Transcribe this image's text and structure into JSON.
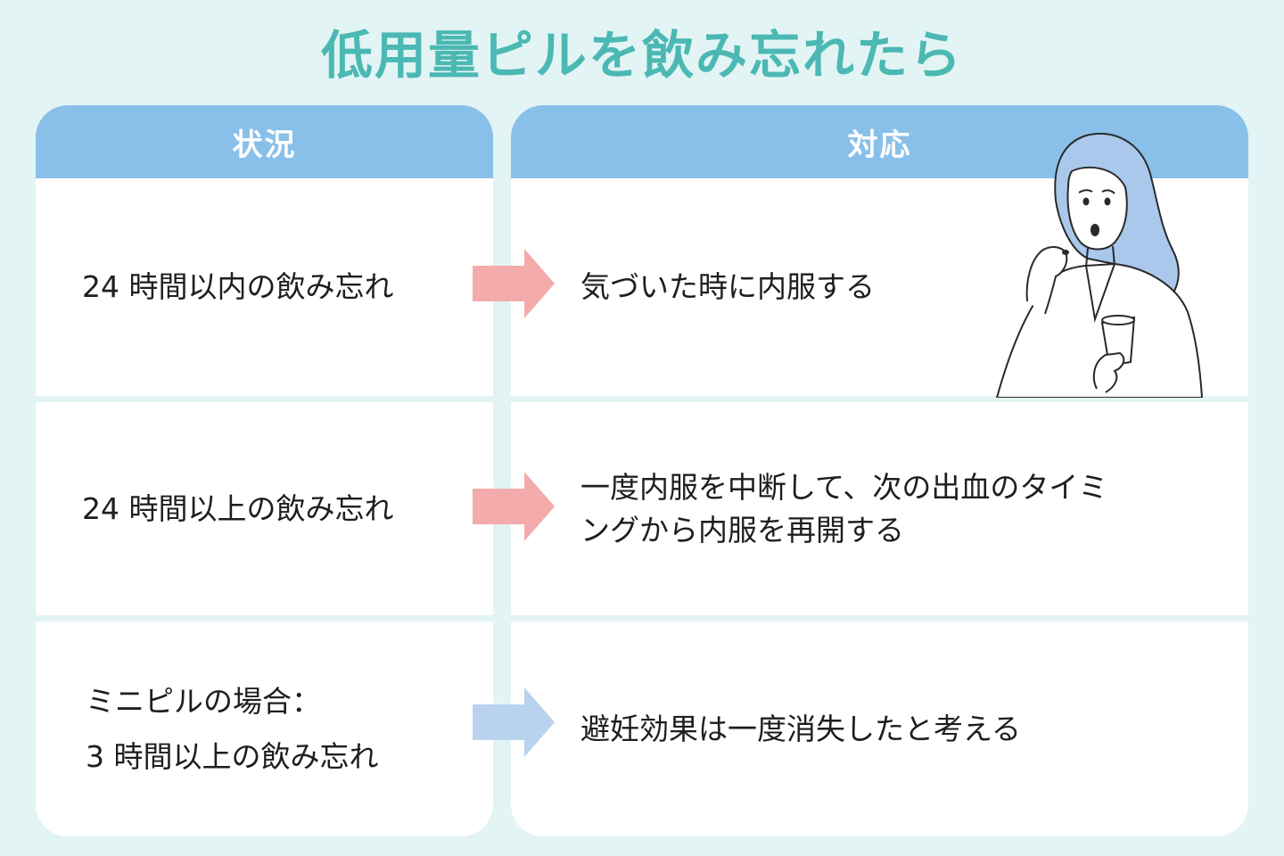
{
  "title": "低用量ピルを飲み忘れたら",
  "columns": {
    "situation": "状況",
    "response": "対応"
  },
  "rows": [
    {
      "situation": [
        "24 時間以内の飲み忘れ"
      ],
      "response": [
        "気づいた時に内服する"
      ],
      "arrow_color": "#f4abab"
    },
    {
      "situation": [
        "24 時間以上の飲み忘れ"
      ],
      "response": [
        "一度内服を中断して、次の出血のタイミ",
        "ングから内服を再開する"
      ],
      "arrow_color": "#f4abab"
    },
    {
      "situation": [
        "ミニピルの場合：",
        "3 時間以上の飲み忘れ"
      ],
      "response": [
        "避妊効果は一度消失したと考える"
      ],
      "arrow_color": "#b9d3ee"
    }
  ],
  "colors": {
    "background": "#e2f4f4",
    "title": "#4bb8b3",
    "header": "#89c0e9",
    "arrow_pink": "#f4abab",
    "arrow_blue": "#b9d3ee",
    "hair": "#a9c8ec"
  }
}
